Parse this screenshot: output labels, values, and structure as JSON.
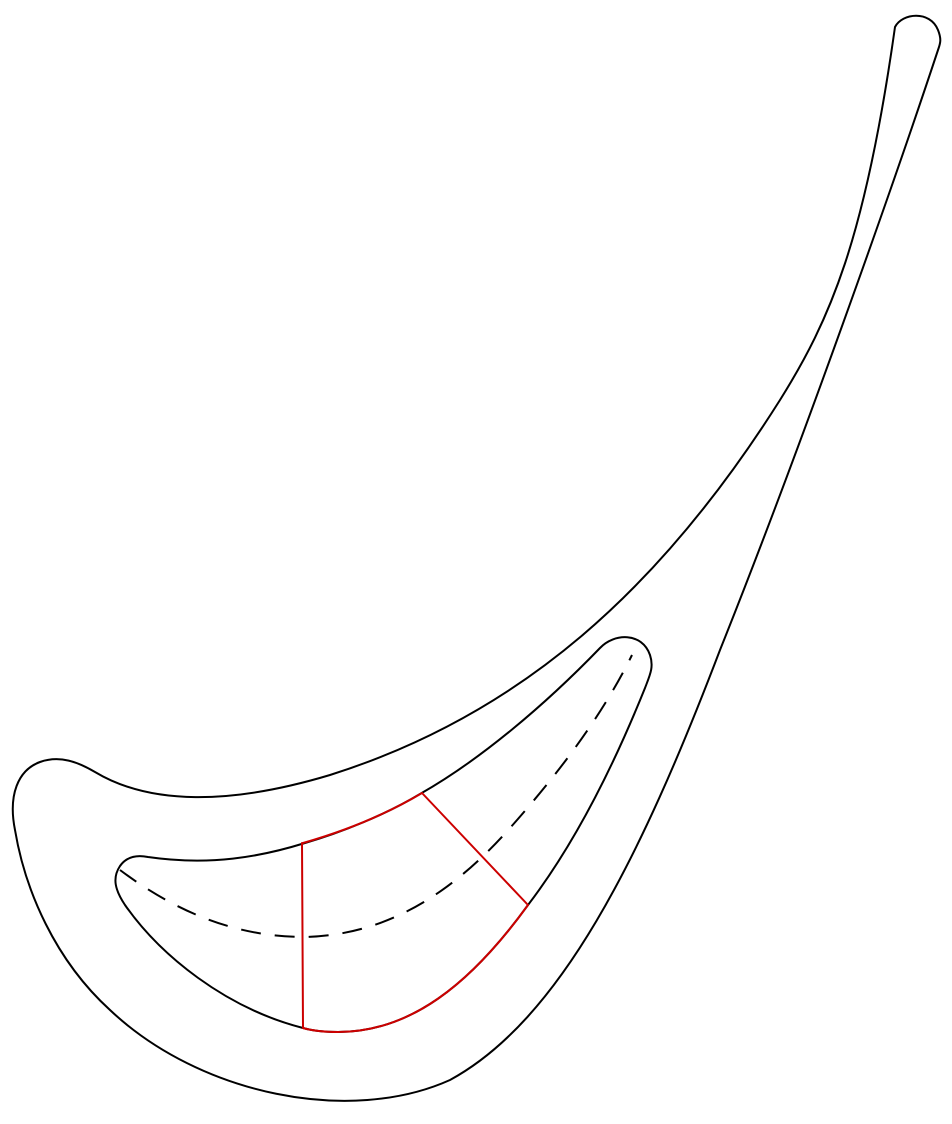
{
  "diagram": {
    "description_shapes": [
      "outer-airfoil-profile",
      "inner-cavity-profile",
      "mean-camber-line",
      "highlighted-cavity-section"
    ],
    "colors": {
      "background": "#ffffff",
      "outline": "#000000",
      "camber_line": "#000000",
      "highlight": "#cc0000"
    },
    "camber_line_style": "dashed",
    "highlight_partition_count": 2
  }
}
